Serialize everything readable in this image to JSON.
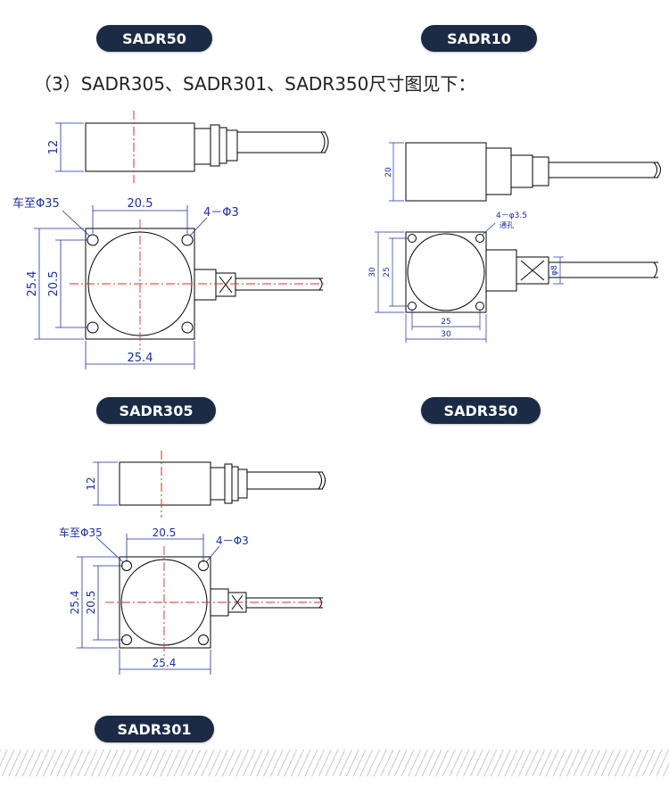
{
  "labels": {
    "sadr50": "SADR50",
    "sadr10": "SADR10",
    "sadr305": "SADR305",
    "sadr350": "SADR350",
    "sadr301": "SADR301"
  },
  "heading": "（3）SADR305、SADR301、SADR350尺寸图见下：",
  "drawing_305": {
    "height": "12",
    "turn_to": "车至Φ35",
    "hole_spacing": "20.5",
    "holes": "4－Φ3",
    "outer_height": "25.4",
    "inner_height": "20.5",
    "width": "25.4"
  },
  "drawing_350": {
    "height": "20",
    "holes": "4－φ3.5",
    "holes_note": "通孔",
    "outer_height": "30",
    "inner_height": "25",
    "cable_dia": "φ8",
    "hole_spacing": "25",
    "width": "30"
  },
  "drawing_301": {
    "height": "12",
    "turn_to": "车至Φ35",
    "hole_spacing": "20.5",
    "holes": "4－Φ3",
    "outer_height": "25.4",
    "inner_height": "20.5",
    "width": "25.4"
  },
  "colors": {
    "pill": "#1b2b45",
    "dimension": "#1a2ea8",
    "centerline": "#e0282a"
  }
}
